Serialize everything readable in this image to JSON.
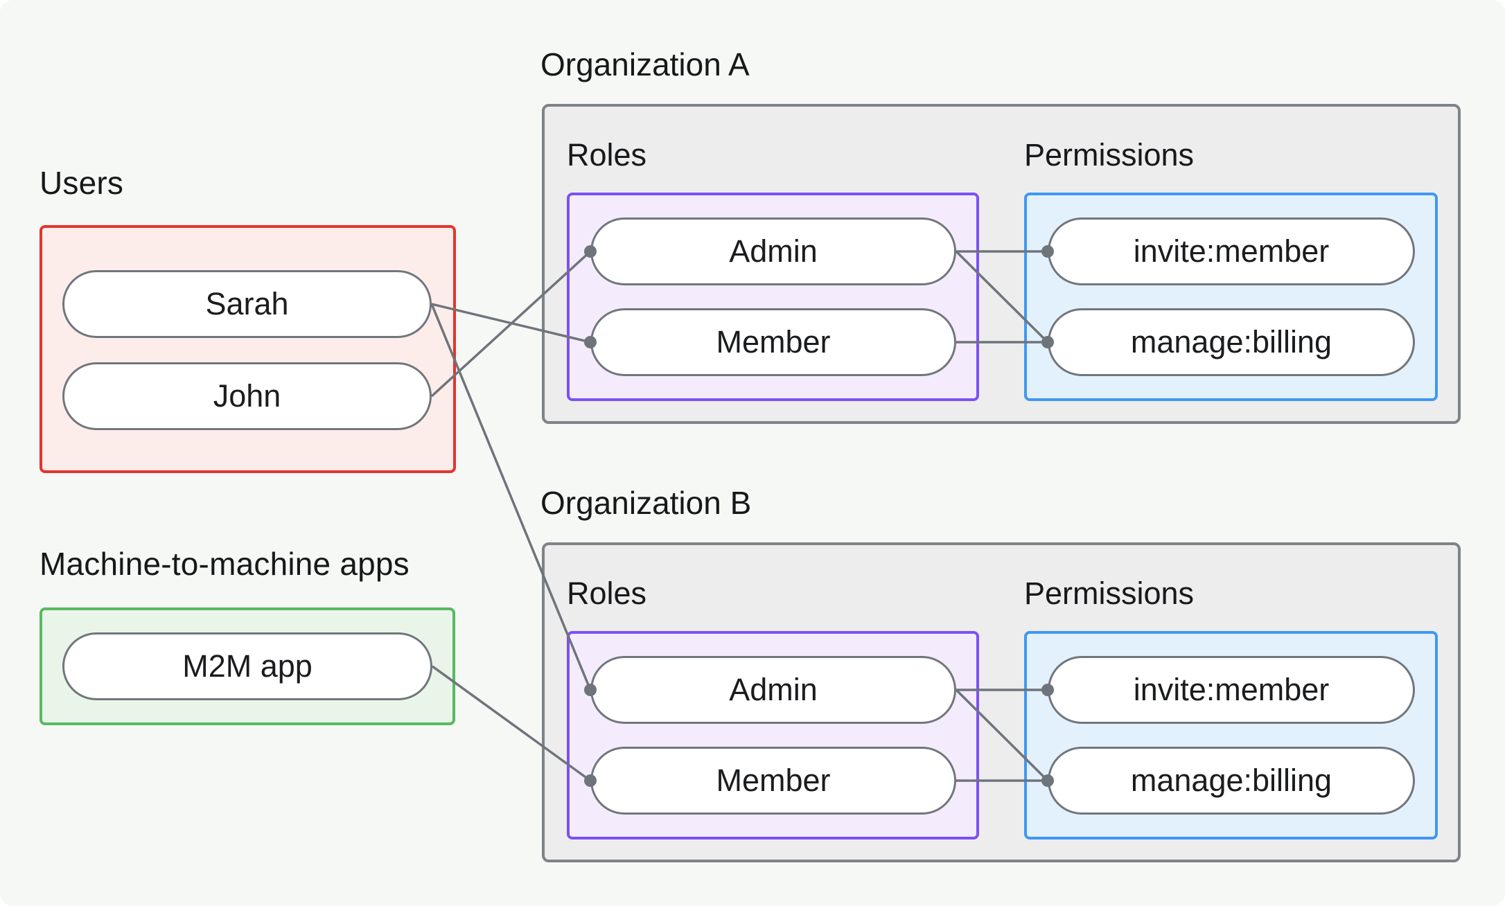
{
  "colors": {
    "page_background": "#f5f8f5",
    "org_box_fill": "#ededee",
    "org_box_border": "#7e8387",
    "users_box_fill": "#fcedeb",
    "users_box_border": "#e4342c",
    "m2m_box_fill": "#e9f5e9",
    "m2m_box_border": "#58b960",
    "roles_box_fill": "#f4ecfc",
    "roles_box_border": "#7b51f4",
    "permissions_box_fill": "#e3f1fc",
    "permissions_box_border": "#4097f3",
    "pill_fill": "#ffffff",
    "pill_border": "#71767b",
    "connector": "#6f747a",
    "text": "#17181a"
  },
  "users": {
    "label": "Users",
    "items": [
      {
        "id": "sarah",
        "label": "Sarah"
      },
      {
        "id": "john",
        "label": "John"
      }
    ]
  },
  "m2m": {
    "label": "Machine-to-machine apps",
    "items": [
      {
        "id": "m2m",
        "label": "M2M app"
      }
    ]
  },
  "organizations": [
    {
      "title": "Organization A",
      "roles_label": "Roles",
      "permissions_label": "Permissions",
      "roles": [
        {
          "id": "a-admin",
          "label": "Admin"
        },
        {
          "id": "a-member",
          "label": "Member"
        }
      ],
      "permissions": [
        {
          "id": "a-invite",
          "label": "invite:member"
        },
        {
          "id": "a-manage",
          "label": "manage:billing"
        }
      ]
    },
    {
      "title": "Organization B",
      "roles_label": "Roles",
      "permissions_label": "Permissions",
      "roles": [
        {
          "id": "b-admin",
          "label": "Admin"
        },
        {
          "id": "b-member",
          "label": "Member"
        }
      ],
      "permissions": [
        {
          "id": "b-invite",
          "label": "invite:member"
        },
        {
          "id": "b-manage",
          "label": "manage:billing"
        }
      ]
    }
  ],
  "connections": [
    {
      "from": "john",
      "to": "a-admin"
    },
    {
      "from": "sarah",
      "to": "a-member"
    },
    {
      "from": "sarah",
      "to": "b-admin"
    },
    {
      "from": "m2m",
      "to": "b-member"
    },
    {
      "from": "a-admin",
      "to": "a-invite"
    },
    {
      "from": "a-admin",
      "to": "a-manage"
    },
    {
      "from": "a-member",
      "to": "a-manage"
    },
    {
      "from": "b-admin",
      "to": "b-invite"
    },
    {
      "from": "b-admin",
      "to": "b-manage"
    },
    {
      "from": "b-member",
      "to": "b-manage"
    }
  ]
}
